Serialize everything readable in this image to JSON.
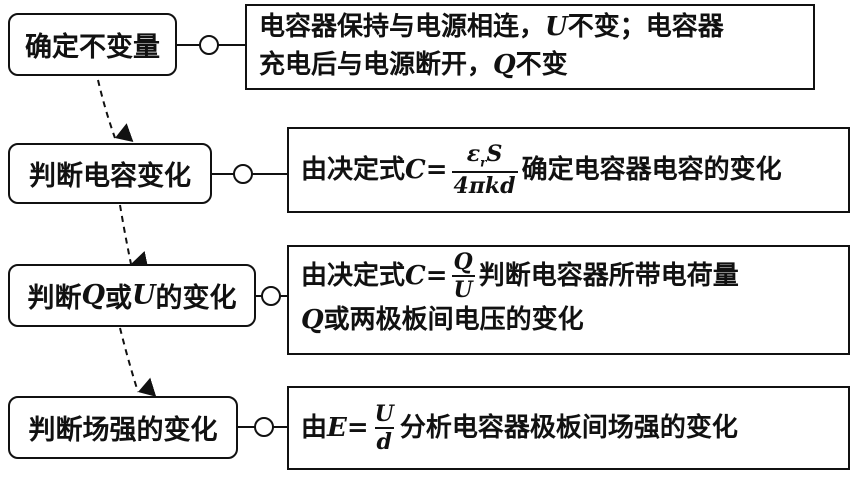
{
  "steps": [
    {
      "label": "确定不变量"
    },
    {
      "label_pre": "判断电容变化"
    },
    {
      "label_pre": "判断",
      "var_q": "Q",
      "mid": "或",
      "var_u": "U",
      "label_post": "的变化"
    },
    {
      "label_pre": "判断场强的变化"
    }
  ],
  "descriptions": [
    {
      "line1_a": "电容器保持与电源相连，",
      "line1_var": "U",
      "line1_b": "不变；电容器",
      "line2_a": "充电后与电源断开，",
      "line2_var": "Q",
      "line2_b": "不变"
    },
    {
      "pre": "由决定式 ",
      "lhs": "C",
      "eq": "=",
      "num_eps": "ε",
      "num_sub": "r",
      "num_s": "S",
      "den": "4πkd",
      "post": "确定电容器电容的变化"
    },
    {
      "pre": "由决定式",
      "lhs": "C",
      "eq": "=",
      "num": "Q",
      "den": "U",
      "post": " 判断电容器所带电荷量",
      "line2_var": "Q",
      "line2_b": "或两极板间电压的变化"
    },
    {
      "pre": "由",
      "lhs": "E",
      "eq": "=",
      "num": "U",
      "den": "d",
      "post": "分析电容器极板间场强的变化"
    }
  ]
}
